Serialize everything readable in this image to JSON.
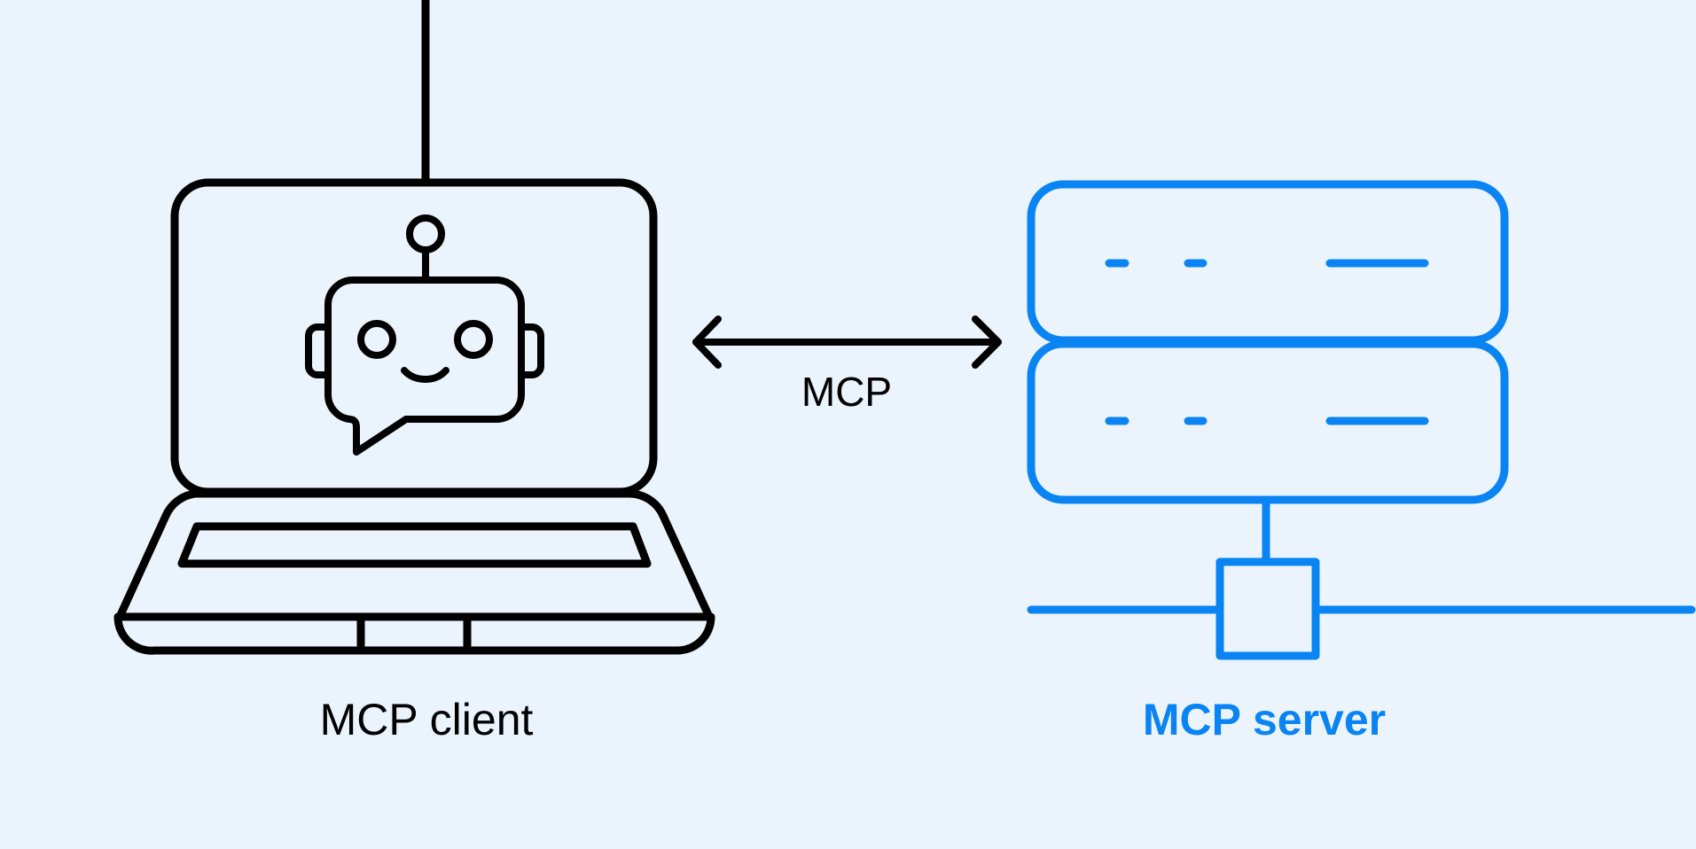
{
  "diagram": {
    "connector_label": "MCP",
    "client_label": "MCP client",
    "server_label": "MCP server"
  },
  "icons": {
    "client": "laptop-icon",
    "agent": "robot-chat-icon",
    "server": "server-rack-icon",
    "arrow": "double-arrow-icon"
  },
  "colors": {
    "background": "#ebf4fd",
    "client_ink": "#000000",
    "server_accent": "#0a84f2"
  }
}
